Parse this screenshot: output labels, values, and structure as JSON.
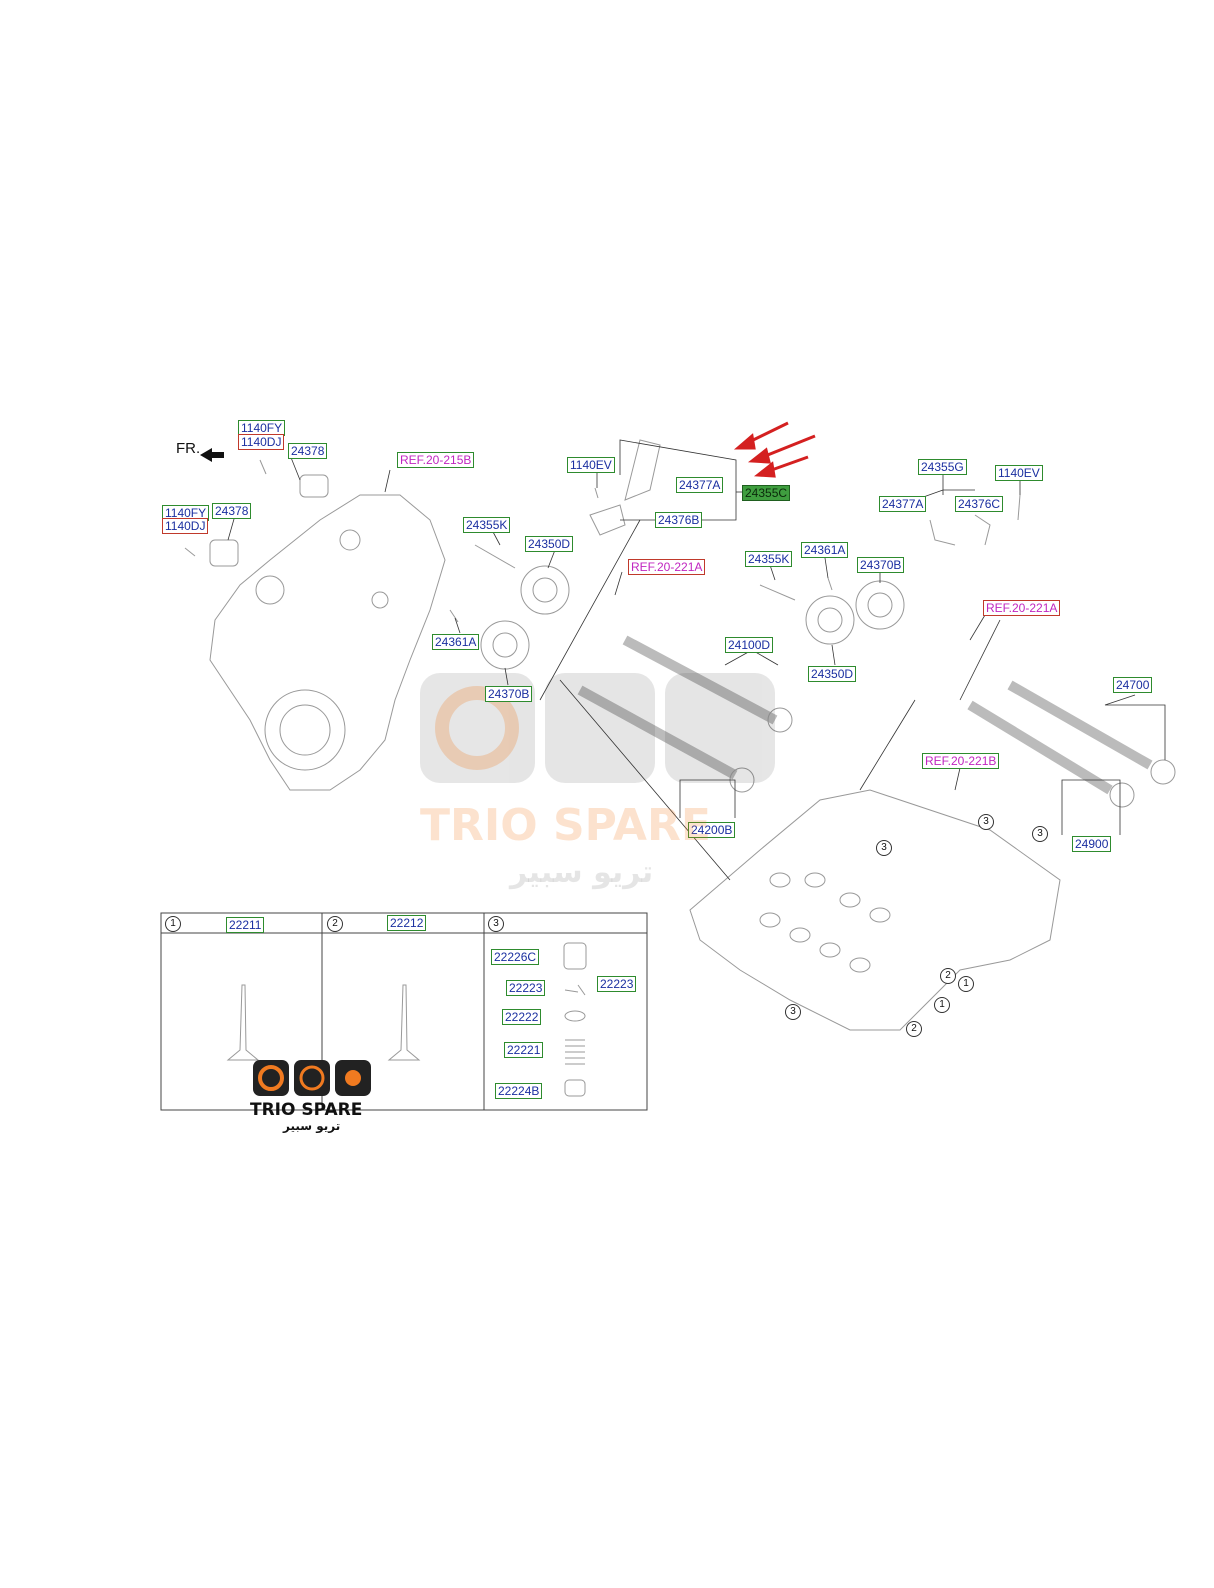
{
  "orientation": {
    "label": "FR."
  },
  "labels": {
    "p1140fy_a": "1140FY",
    "p1140dj_a": "1140DJ",
    "p24378_a": "24378",
    "p1140fy_b": "1140FY",
    "p1140dj_b": "1140DJ",
    "p24378_b": "24378",
    "ref215b": "REF.20-215B",
    "p1140ev_a": "1140EV",
    "p24377a_a": "24377A",
    "p24355c": "24355C",
    "p24376b": "24376B",
    "p24355k_a": "24355K",
    "p24350d_a": "24350D",
    "ref221a_a": "REF.20-221A",
    "p24361a_a": "24361A",
    "p24370b_a": "24370B",
    "p24100d": "24100D",
    "p24200b": "24200B",
    "p24355g": "24355G",
    "p1140ev_b": "1140EV",
    "p24377a_b": "24377A",
    "p24376c": "24376C",
    "p24355k_b": "24355K",
    "p24361a_b": "24361A",
    "p24370b_b": "24370B",
    "ref221a_b": "REF.20-221A",
    "p24350d_b": "24350D",
    "p24700": "24700",
    "ref221b": "REF.20-221B",
    "p24900": "24900",
    "p22211": "22211",
    "p22212": "22212",
    "p22226c": "22226C",
    "p22223_a": "22223",
    "p22223_b": "22223",
    "p22222": "22222",
    "p22221": "22221",
    "p22224b": "22224B"
  },
  "callouts": {
    "one": "1",
    "two": "2",
    "three": "3"
  },
  "watermark": {
    "brand": "TRIO SPARE",
    "arabic": "تريو سبير"
  },
  "colors": {
    "label_text": "#1a2fa0",
    "label_border": "#2e8b2e",
    "ref_text": "#c026c0",
    "alt_border": "#c0392b",
    "highlight": "#3f9e3f",
    "arrow": "#d42020",
    "brand_orange": "#f07a20"
  }
}
